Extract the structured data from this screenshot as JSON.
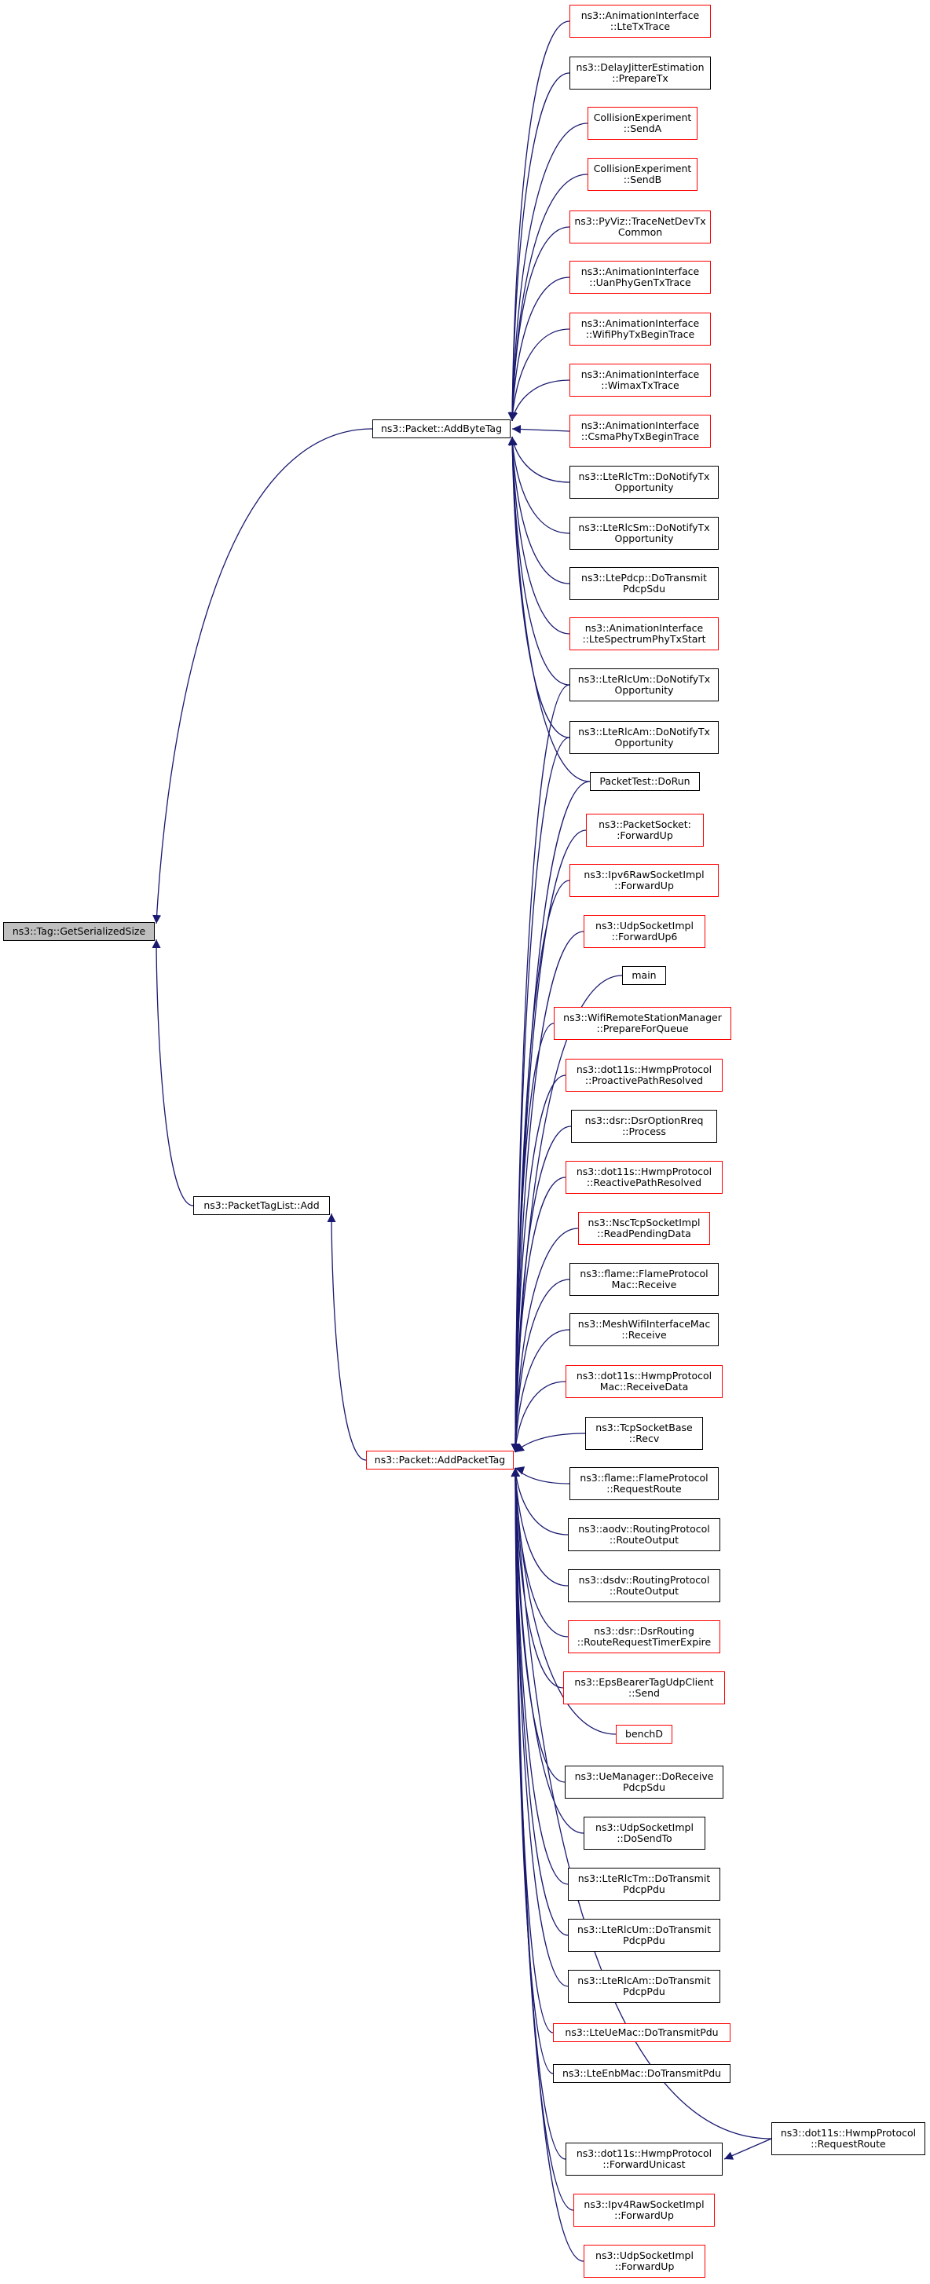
{
  "colors": {
    "edge": "#191970",
    "node_border": "#000000",
    "node_border_linked": "#ff0000",
    "focus_fill": "#bfbfbf",
    "background": "#ffffff"
  },
  "nodes": {
    "tag_getserializedsize": {
      "label": [
        "ns3::Tag::GetSerializedSize"
      ],
      "style": "focus"
    },
    "packet_addbytetag": {
      "label": [
        "ns3::Packet::AddByteTag"
      ],
      "style": "black"
    },
    "packettaglist_add": {
      "label": [
        "ns3::PacketTagList::Add"
      ],
      "style": "black"
    },
    "packet_addpackettag": {
      "label": [
        "ns3::Packet::AddPacketTag"
      ],
      "style": "red"
    },
    "anim_ltetxtrace": {
      "label": [
        "ns3::AnimationInterface",
        "::LteTxTrace"
      ],
      "style": "red"
    },
    "delayjitter_preparetx": {
      "label": [
        "ns3::DelayJitterEstimation",
        "::PrepareTx"
      ],
      "style": "black"
    },
    "collision_senda": {
      "label": [
        "CollisionExperiment",
        "::SendA"
      ],
      "style": "red"
    },
    "collision_sendb": {
      "label": [
        "CollisionExperiment",
        "::SendB"
      ],
      "style": "red"
    },
    "pyviz_tracenetdevtx": {
      "label": [
        "ns3::PyViz::TraceNetDevTx",
        "Common"
      ],
      "style": "red"
    },
    "anim_uanphygentx": {
      "label": [
        "ns3::AnimationInterface",
        "::UanPhyGenTxTrace"
      ],
      "style": "red"
    },
    "anim_wifiphytxbegin": {
      "label": [
        "ns3::AnimationInterface",
        "::WifiPhyTxBeginTrace"
      ],
      "style": "red"
    },
    "anim_wimaxtx": {
      "label": [
        "ns3::AnimationInterface",
        "::WimaxTxTrace"
      ],
      "style": "red"
    },
    "anim_csmaphytxbegin": {
      "label": [
        "ns3::AnimationInterface",
        "::CsmaPhyTxBeginTrace"
      ],
      "style": "red"
    },
    "ltercltm_donotifytx": {
      "label": [
        "ns3::LteRlcTm::DoNotifyTx",
        "Opportunity"
      ],
      "style": "black"
    },
    "lterclsm_donotifytx": {
      "label": [
        "ns3::LteRlcSm::DoNotifyTx",
        "Opportunity"
      ],
      "style": "black"
    },
    "ltepdcp_dotransmit": {
      "label": [
        "ns3::LtePdcp::DoTransmit",
        "PdcpSdu"
      ],
      "style": "black"
    },
    "anim_ltespectrumphytx": {
      "label": [
        "ns3::AnimationInterface",
        "::LteSpectrumPhyTxStart"
      ],
      "style": "red"
    },
    "ltercl_um_donotifytx": {
      "label": [
        "ns3::LteRlcUm::DoNotifyTx",
        "Opportunity"
      ],
      "style": "black"
    },
    "ltercl_am_donotifytx": {
      "label": [
        "ns3::LteRlcAm::DoNotifyTx",
        "Opportunity"
      ],
      "style": "black"
    },
    "packettest_dorun": {
      "label": [
        "PacketTest::DoRun"
      ],
      "style": "black"
    },
    "packetsocket_forwardup": {
      "label": [
        "ns3::PacketSocket:",
        ":ForwardUp"
      ],
      "style": "red"
    },
    "ipv6raw_forwardup": {
      "label": [
        "ns3::Ipv6RawSocketImpl",
        "::ForwardUp"
      ],
      "style": "red"
    },
    "udpsocket_forwardup6": {
      "label": [
        "ns3::UdpSocketImpl",
        "::ForwardUp6"
      ],
      "style": "red"
    },
    "main": {
      "label": [
        "main"
      ],
      "style": "black"
    },
    "wifiremote_prepareforqueue": {
      "label": [
        "ns3::WifiRemoteStationManager",
        "::PrepareForQueue"
      ],
      "style": "red"
    },
    "hwmp_proactivepath": {
      "label": [
        "ns3::dot11s::HwmpProtocol",
        "::ProactivePathResolved"
      ],
      "style": "red"
    },
    "dsroptionrreq_process": {
      "label": [
        "ns3::dsr::DsrOptionRreq",
        "::Process"
      ],
      "style": "black"
    },
    "hwmp_reactivepath": {
      "label": [
        "ns3::dot11s::HwmpProtocol",
        "::ReactivePathResolved"
      ],
      "style": "red"
    },
    "nsctcp_readpending": {
      "label": [
        "ns3::NscTcpSocketImpl",
        "::ReadPendingData"
      ],
      "style": "red"
    },
    "flame_mac_receive": {
      "label": [
        "ns3::flame::FlameProtocol",
        "Mac::Receive"
      ],
      "style": "black"
    },
    "meshwifi_receive": {
      "label": [
        "ns3::MeshWifiInterfaceMac",
        "::Receive"
      ],
      "style": "black"
    },
    "hwmp_mac_receivedata": {
      "label": [
        "ns3::dot11s::HwmpProtocol",
        "Mac::ReceiveData"
      ],
      "style": "red"
    },
    "tcpsocketbase_recv": {
      "label": [
        "ns3::TcpSocketBase",
        "::Recv"
      ],
      "style": "black"
    },
    "flame_requestroute": {
      "label": [
        "ns3::flame::FlameProtocol",
        "::RequestRoute"
      ],
      "style": "black"
    },
    "aodv_routeoutput": {
      "label": [
        "ns3::aodv::RoutingProtocol",
        "::RouteOutput"
      ],
      "style": "black"
    },
    "dsdv_routeoutput": {
      "label": [
        "ns3::dsdv::RoutingProtocol",
        "::RouteOutput"
      ],
      "style": "black"
    },
    "dsrrouting_rreqtimer": {
      "label": [
        "ns3::dsr::DsrRouting",
        "::RouteRequestTimerExpire"
      ],
      "style": "red"
    },
    "epsbearer_send": {
      "label": [
        "ns3::EpsBearerTagUdpClient",
        "::Send"
      ],
      "style": "red"
    },
    "benchd": {
      "label": [
        "benchD"
      ],
      "style": "red"
    },
    "uemanager_doreceive": {
      "label": [
        "ns3::UeManager::DoReceive",
        "PdcpSdu"
      ],
      "style": "black"
    },
    "udpsocket_dosendto": {
      "label": [
        "ns3::UdpSocketImpl",
        "::DoSendTo"
      ],
      "style": "black"
    },
    "ltercltm_dotransmit": {
      "label": [
        "ns3::LteRlcTm::DoTransmit",
        "PdcpPdu"
      ],
      "style": "black"
    },
    "ltercl_um_dotransmit": {
      "label": [
        "ns3::LteRlcUm::DoTransmit",
        "PdcpPdu"
      ],
      "style": "black"
    },
    "ltercl_am_dotransmit": {
      "label": [
        "ns3::LteRlcAm::DoTransmit",
        "PdcpPdu"
      ],
      "style": "black"
    },
    "lteuemac_dotransmitpdu": {
      "label": [
        "ns3::LteUeMac::DoTransmitPdu"
      ],
      "style": "red"
    },
    "lteenbmac_dotransmitpdu": {
      "label": [
        "ns3::LteEnbMac::DoTransmitPdu"
      ],
      "style": "black"
    },
    "hwmp_forwardunicast": {
      "label": [
        "ns3::dot11s::HwmpProtocol",
        "::ForwardUnicast"
      ],
      "style": "black"
    },
    "hwmp_requestroute": {
      "label": [
        "ns3::dot11s::HwmpProtocol",
        "::RequestRoute"
      ],
      "style": "black"
    },
    "ipv4raw_forwardup": {
      "label": [
        "ns3::Ipv4RawSocketImpl",
        "::ForwardUp"
      ],
      "style": "red"
    },
    "udpsocket_forwardup": {
      "label": [
        "ns3::UdpSocketImpl",
        "::ForwardUp"
      ],
      "style": "red"
    }
  },
  "edges": [
    [
      "packet_addbytetag",
      "tag_getserializedsize"
    ],
    [
      "packettaglist_add",
      "tag_getserializedsize"
    ],
    [
      "packet_addpackettag",
      "packettaglist_add"
    ],
    [
      "anim_ltetxtrace",
      "packet_addbytetag"
    ],
    [
      "delayjitter_preparetx",
      "packet_addbytetag"
    ],
    [
      "collision_senda",
      "packet_addbytetag"
    ],
    [
      "collision_sendb",
      "packet_addbytetag"
    ],
    [
      "pyviz_tracenetdevtx",
      "packet_addbytetag"
    ],
    [
      "anim_uanphygentx",
      "packet_addbytetag"
    ],
    [
      "anim_wifiphytxbegin",
      "packet_addbytetag"
    ],
    [
      "anim_wimaxtx",
      "packet_addbytetag"
    ],
    [
      "anim_csmaphytxbegin",
      "packet_addbytetag"
    ],
    [
      "ltercltm_donotifytx",
      "packet_addbytetag"
    ],
    [
      "lterclsm_donotifytx",
      "packet_addbytetag"
    ],
    [
      "ltepdcp_dotransmit",
      "packet_addbytetag"
    ],
    [
      "anim_ltespectrumphytx",
      "packet_addbytetag"
    ],
    [
      "ltercl_um_donotifytx",
      "packet_addbytetag"
    ],
    [
      "ltercl_am_donotifytx",
      "packet_addbytetag"
    ],
    [
      "packettest_dorun",
      "packet_addbytetag"
    ],
    [
      "ltercl_um_donotifytx",
      "packet_addpackettag"
    ],
    [
      "ltercl_am_donotifytx",
      "packet_addpackettag"
    ],
    [
      "packettest_dorun",
      "packet_addpackettag"
    ],
    [
      "packetsocket_forwardup",
      "packet_addpackettag"
    ],
    [
      "ipv6raw_forwardup",
      "packet_addpackettag"
    ],
    [
      "udpsocket_forwardup6",
      "packet_addpackettag"
    ],
    [
      "main",
      "packet_addpackettag"
    ],
    [
      "wifiremote_prepareforqueue",
      "packet_addpackettag"
    ],
    [
      "hwmp_proactivepath",
      "packet_addpackettag"
    ],
    [
      "dsroptionrreq_process",
      "packet_addpackettag"
    ],
    [
      "hwmp_reactivepath",
      "packet_addpackettag"
    ],
    [
      "nsctcp_readpending",
      "packet_addpackettag"
    ],
    [
      "flame_mac_receive",
      "packet_addpackettag"
    ],
    [
      "meshwifi_receive",
      "packet_addpackettag"
    ],
    [
      "hwmp_mac_receivedata",
      "packet_addpackettag"
    ],
    [
      "tcpsocketbase_recv",
      "packet_addpackettag"
    ],
    [
      "flame_requestroute",
      "packet_addpackettag"
    ],
    [
      "aodv_routeoutput",
      "packet_addpackettag"
    ],
    [
      "dsdv_routeoutput",
      "packet_addpackettag"
    ],
    [
      "dsrrouting_rreqtimer",
      "packet_addpackettag"
    ],
    [
      "epsbearer_send",
      "packet_addpackettag"
    ],
    [
      "benchd",
      "packet_addpackettag"
    ],
    [
      "uemanager_doreceive",
      "packet_addpackettag"
    ],
    [
      "udpsocket_dosendto",
      "packet_addpackettag"
    ],
    [
      "ltercltm_dotransmit",
      "packet_addpackettag"
    ],
    [
      "ltercl_um_dotransmit",
      "packet_addpackettag"
    ],
    [
      "ltercl_am_dotransmit",
      "packet_addpackettag"
    ],
    [
      "lteuemac_dotransmitpdu",
      "packet_addpackettag"
    ],
    [
      "lteenbmac_dotransmitpdu",
      "packet_addpackettag"
    ],
    [
      "hwmp_requestroute",
      "packet_addpackettag"
    ],
    [
      "hwmp_forwardunicast",
      "packet_addpackettag"
    ],
    [
      "ipv4raw_forwardup",
      "packet_addpackettag"
    ],
    [
      "udpsocket_forwardup",
      "packet_addpackettag"
    ],
    [
      "hwmp_requestroute",
      "hwmp_forwardunicast"
    ]
  ]
}
